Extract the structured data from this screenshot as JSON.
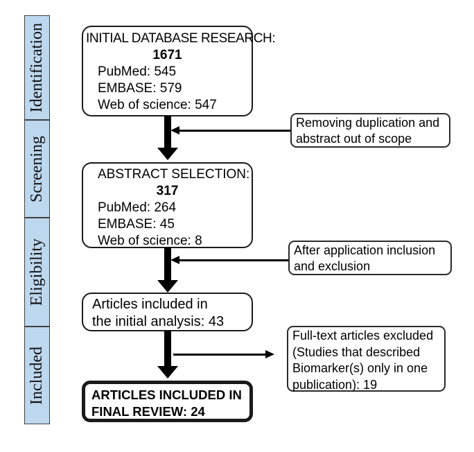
{
  "palette": {
    "background": "#ffffff",
    "stage_fill": "#bdd7ee",
    "stage_border": "#3f3f3f",
    "box_border": "#1a1a1a",
    "text": "#000000"
  },
  "stages": [
    {
      "label": "Identification"
    },
    {
      "label": "Screening"
    },
    {
      "label": "Eligibility"
    },
    {
      "label": "Included"
    }
  ],
  "flow": {
    "box1": {
      "title": "INITIAL DATABASE RESEARCH:",
      "total": "1671",
      "lines": [
        "PubMed: 545",
        "EMBASE: 579",
        "Web of science: 547"
      ]
    },
    "box2": {
      "title": "ABSTRACT SELECTION:",
      "total": "317",
      "lines": [
        "PubMed: 264",
        "EMBASE: 45",
        "Web of science: 8"
      ]
    },
    "box3": {
      "lines": [
        "Articles included in",
        "the initial analysis: 43"
      ]
    },
    "final_box": {
      "lines": [
        "ARTICLES INCLUDED IN",
        "FINAL REVIEW: 24"
      ]
    }
  },
  "side_notes": [
    {
      "lines": [
        "Removing duplication and",
        "abstract out of scope"
      ]
    },
    {
      "lines": [
        "After application inclusion",
        "and exclusion"
      ]
    },
    {
      "lines": [
        "Full-text articles excluded",
        "(Studies that described",
        "Biomarker(s) only in one",
        "publication): 19"
      ]
    }
  ]
}
